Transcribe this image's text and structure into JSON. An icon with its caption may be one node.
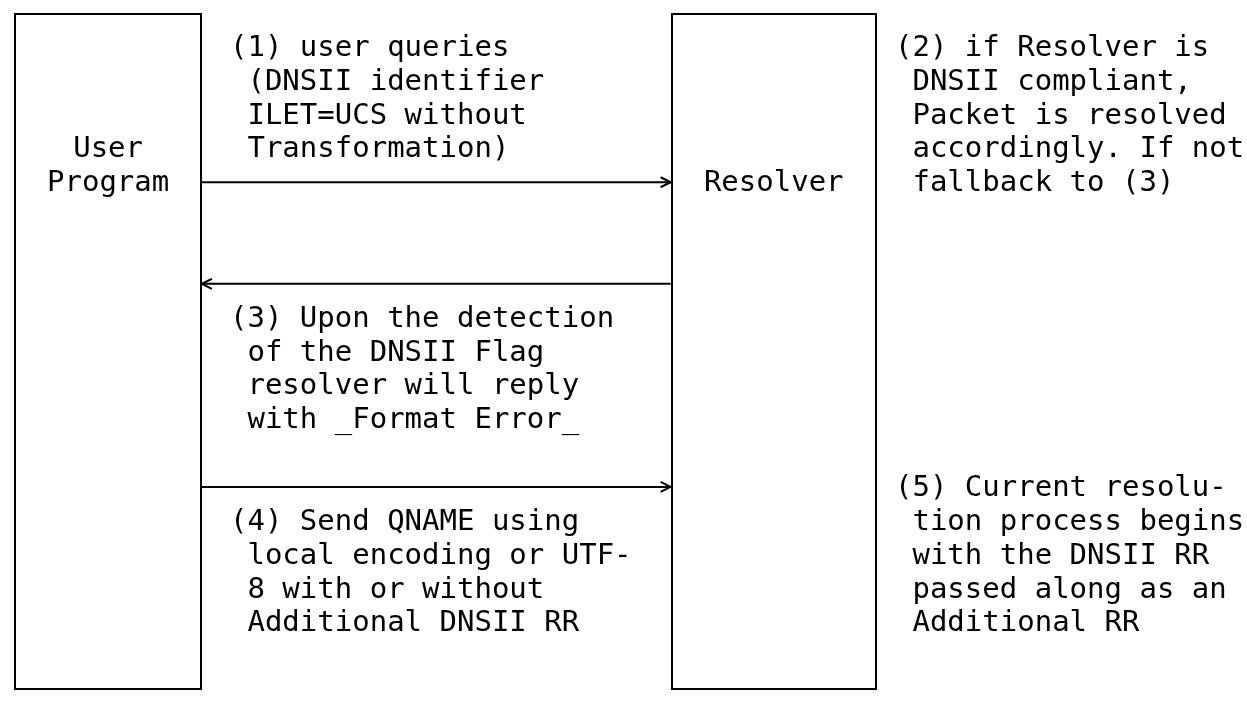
{
  "diagram": {
    "nodes": [
      {
        "text": [
          "User Program"
        ]
      },
      {
        "text": [
          "Resolver"
        ],
        "beside": [
          "(2) if Resolver is DNSII compliant, Packet is resolved accordingly. If not fallback to (3)",
          "(5) Current resolu- tion process begins with the DNSII RR passed along as an Additional RR"
        ]
      }
    ],
    "edges": [
      {
        "from": 0,
        "to": 1,
        "arrow": "to",
        "label": "(1) user queries (DNSII identifier ILET=UCS without Transformation)"
      },
      {
        "from": 1,
        "to": 0,
        "arrow": "to",
        "label": "(3) Upon the detection of the DNSII Flag resolver will reply with _Format Error_"
      },
      {
        "from": 0,
        "to": 1,
        "arrow": "to",
        "label": "(4) Send QNAME using local encoding or UTF-8 with or without Additional DNSII RR"
      }
    ]
  }
}
